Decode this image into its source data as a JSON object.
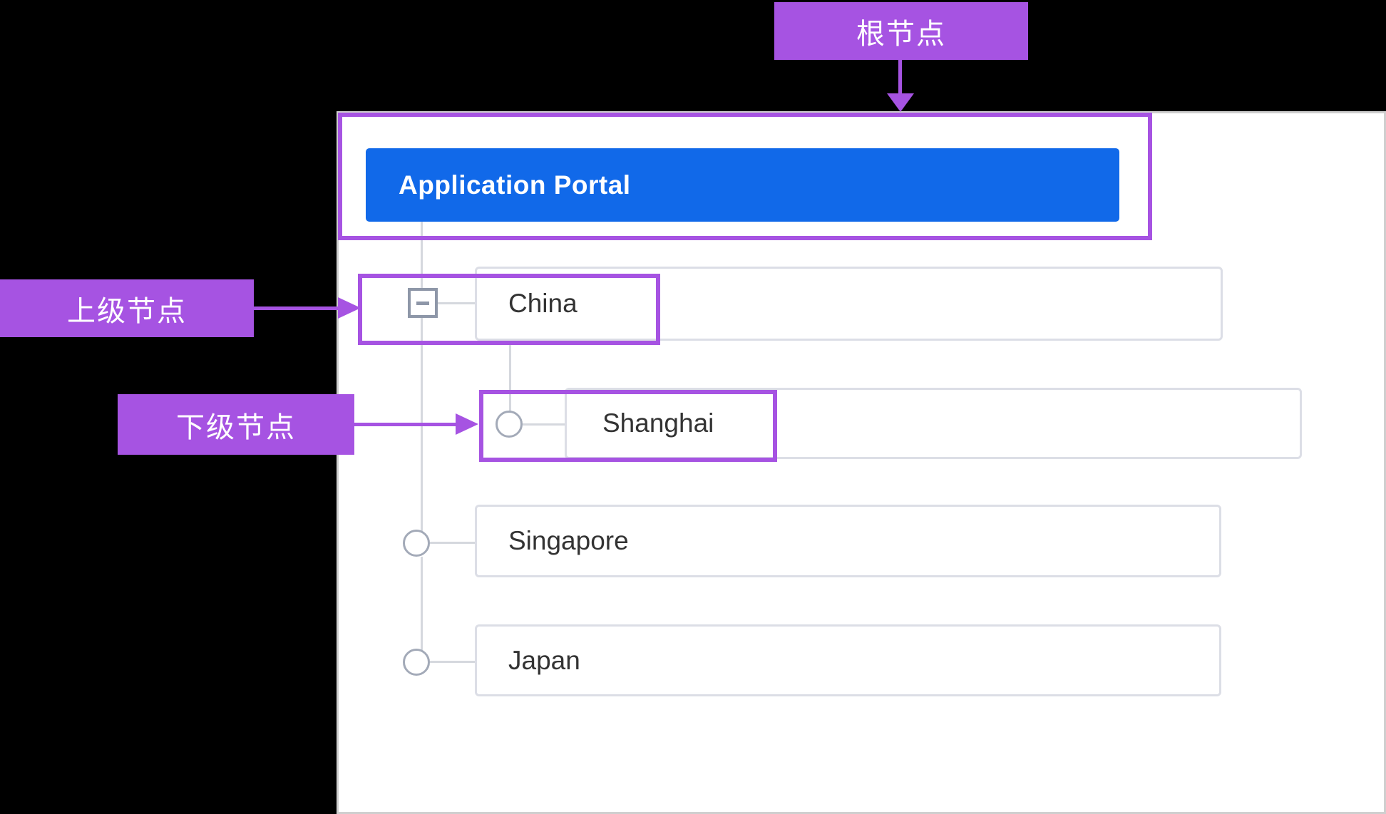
{
  "annotations": {
    "root": {
      "label": "根节点"
    },
    "parent": {
      "label": "上级节点"
    },
    "child": {
      "label": "下级节点"
    }
  },
  "tree": {
    "root": {
      "label": "Application Portal"
    },
    "nodes": [
      {
        "label": "China",
        "level": 1,
        "state": "expanded-minus-icon"
      },
      {
        "label": "Shanghai",
        "level": 2,
        "state": "leaf-circle-icon"
      },
      {
        "label": "Singapore",
        "level": 1,
        "state": "leaf-circle-icon"
      },
      {
        "label": "Japan",
        "level": 1,
        "state": "leaf-circle-icon"
      }
    ]
  },
  "colors": {
    "accent_purple": "#a653e2",
    "root_blue": "#1169e9",
    "row_border": "#dcdee6",
    "line_gray": "#d5d8de",
    "icon_gray": "#8e97a8",
    "circle_gray": "#a3aab8",
    "panel_border": "#cfcfcf",
    "row_text": "#333333"
  }
}
